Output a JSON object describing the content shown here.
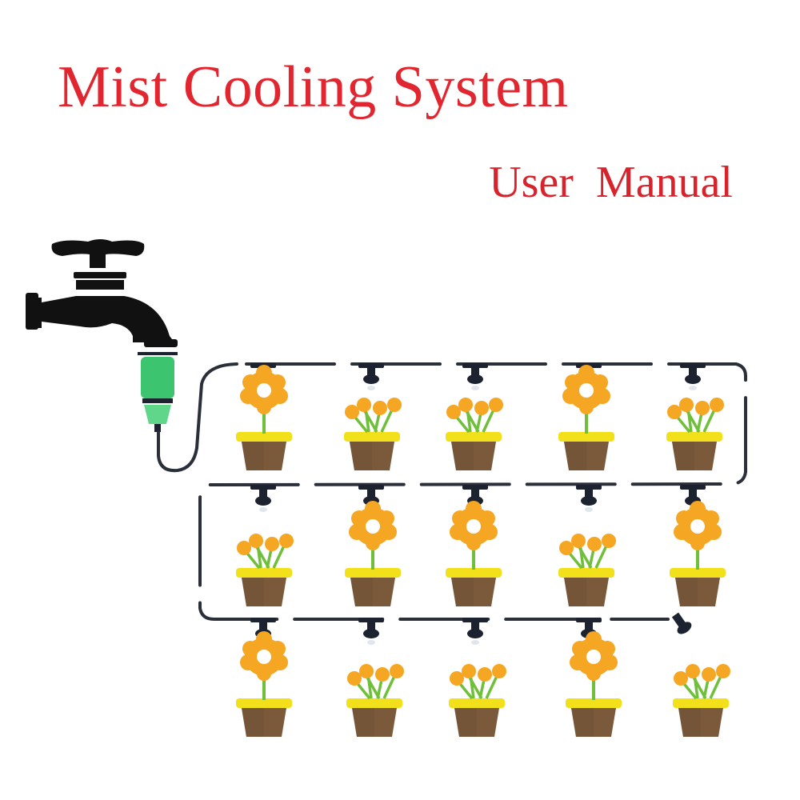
{
  "header": {
    "title": "Mist Cooling System",
    "subtitle": "User  Manual"
  },
  "colors": {
    "title_red": "#e2262f",
    "tap_black": "#111111",
    "connector_green": "#3cc46e",
    "tube_dark": "#2a2f3a",
    "flower_orange": "#f5a623",
    "pot_rim_yellow": "#f2e01a",
    "pot_brown": "#7a5a3a",
    "stem_green": "#6fbf3a"
  },
  "diagram": {
    "icons": [
      "water-tap-icon",
      "quick-connector-icon",
      "mist-nozzle-icon",
      "flower-pot-icon",
      "end-plug-icon"
    ],
    "rows": [
      {
        "plants": [
          "single",
          "multi",
          "multi",
          "single",
          "multi"
        ]
      },
      {
        "plants": [
          "multi",
          "single",
          "single",
          "multi",
          "single"
        ]
      },
      {
        "plants": [
          "single",
          "multi",
          "multi",
          "single",
          "multi"
        ]
      }
    ]
  }
}
